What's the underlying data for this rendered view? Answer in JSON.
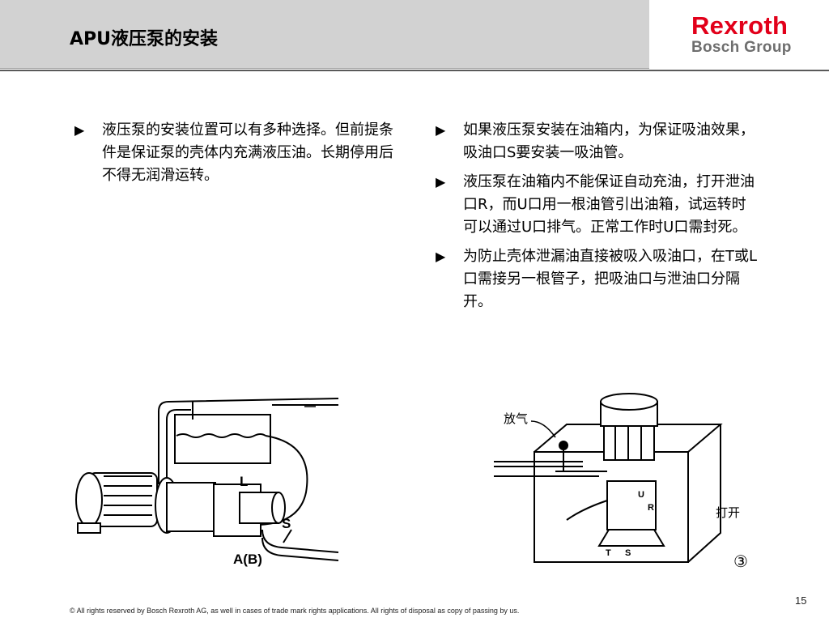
{
  "header": {
    "title": "APU液压泵的安装",
    "logo_line1": "Rexroth",
    "logo_line2": "Bosch Group"
  },
  "left_bullets": [
    {
      "icon": "triangle-right-icon",
      "text": "液压泵的安装位置可以有多种选择。但前提条件是保证泵的壳体内充满液压油。长期停用后不得无润滑运转。"
    }
  ],
  "right_bullets": [
    {
      "icon": "triangle-right-icon",
      "text": "如果液压泵安装在油箱内，为保证吸油效果，吸油口S要安装一吸油管。"
    },
    {
      "icon": "triangle-right-icon",
      "text": "液压泵在油箱内不能保证自动充油，打开泄油口R，而U口用一根油管引出油箱，试运转时可以通过U口排气。正常工作时U口需封死。"
    },
    {
      "icon": "triangle-right-icon",
      "text": "为防止壳体泄漏油直接被吸入吸油口，在T或L口需接另一根管子，把吸油口与泄油口分隔开。"
    }
  ],
  "figure_left": {
    "label_l": "L",
    "label_s": "S",
    "label_ab": "A(B)"
  },
  "figure_right": {
    "label_vent": "放气",
    "label_open": "打开",
    "label_num": "③",
    "label_u": "U",
    "label_r": "R",
    "label_t": "T",
    "label_s": "S"
  },
  "colors": {
    "header_band": "#d2d2d2",
    "brand_red": "#e2001a",
    "brand_gray": "#6e6e6e"
  },
  "footer": {
    "copyright": "© All rights reserved by Bosch Rexroth AG, as well in cases of trade mark rights applications. All rights of disposal as copy of passing by us.",
    "page_number": "15"
  }
}
